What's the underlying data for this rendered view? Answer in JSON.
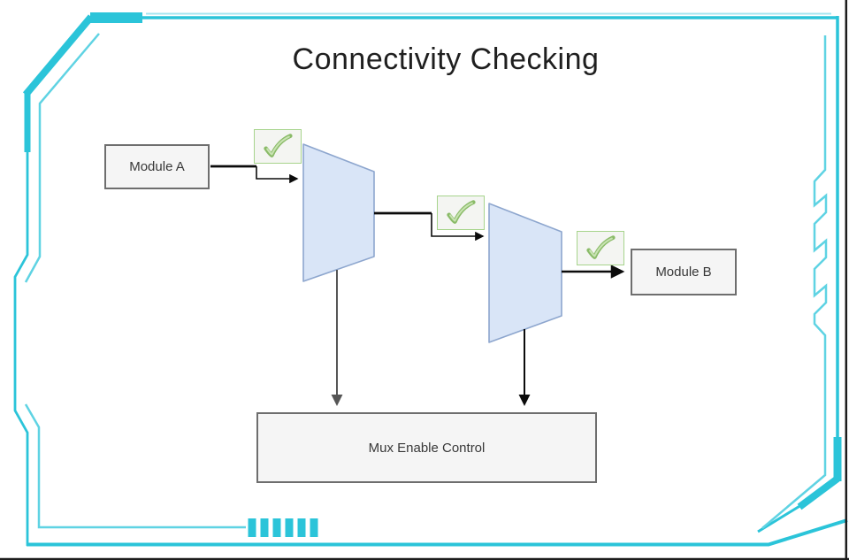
{
  "title": "Connectivity Checking",
  "nodes": {
    "module_a": {
      "label": "Module A"
    },
    "module_b": {
      "label": "Module B"
    },
    "mux_enable_control": {
      "label": "Mux Enable Control"
    }
  },
  "icons": {
    "checkmark_count": 3,
    "checkmark_meaning": "connection-check-passed"
  },
  "colors": {
    "frame_cyan": "#2bc4d9",
    "frame_cyan_light": "#a5e6f0",
    "frame_cyan_mid": "#5fd3e3",
    "mux_fill": "#d9e5f7",
    "mux_stroke": "#8da6ce",
    "node_fill": "#f5f5f5",
    "node_stroke": "#6e6e6e",
    "check_box_fill": "#f4f5f2",
    "check_border": "#a7d48c",
    "check_stroke": "#8abb68",
    "check_highlight": "#c8e3b2",
    "arrow_black": "#0b0b0b",
    "arrow_gray": "#565656",
    "window_edge": "#1c1c1c",
    "title_color": "#1f1f1f",
    "label_color": "#383838",
    "background": "#ffffff"
  }
}
